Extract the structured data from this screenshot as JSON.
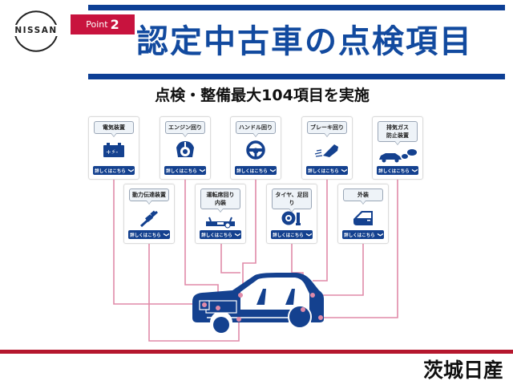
{
  "brand": {
    "logo_text": "NISSAN",
    "point_label": "Point",
    "point_number": "2"
  },
  "header": {
    "title": "認定中古車の点検項目"
  },
  "subtitle": "点検・整備最大104項目を実施",
  "cards_row1": [
    {
      "label": "電気装置",
      "icon": "battery-icon",
      "button": "詳しくはこちら"
    },
    {
      "label": "エンジン回り",
      "icon": "engine-icon",
      "button": "詳しくはこちら"
    },
    {
      "label": "ハンドル回り",
      "icon": "steering-wheel-icon",
      "button": "詳しくはこちら"
    },
    {
      "label": "ブレーキ回り",
      "icon": "brake-pedal-icon",
      "button": "詳しくはこちら"
    },
    {
      "label": "排気ガス\n防止装置",
      "icon": "exhaust-car-icon",
      "button": "詳しくはこちら"
    }
  ],
  "cards_row2": [
    {
      "label": "動力伝達装置",
      "icon": "drive-shaft-icon",
      "button": "詳しくはこちら"
    },
    {
      "label": "運転席回り\n内装",
      "icon": "interior-icon",
      "button": "詳しくはこちら"
    },
    {
      "label": "タイヤ、足回り",
      "icon": "tire-icon",
      "button": "詳しくはこちら"
    },
    {
      "label": "外装",
      "icon": "car-door-icon",
      "button": "詳しくはこちら"
    }
  ],
  "footer": {
    "dealer_name": "茨城日産"
  },
  "colors": {
    "brand_blue": "#124a9f",
    "button_blue": "#14418f",
    "accent_red": "#c8133e",
    "line_pink": "#e08aa8",
    "footer_red": "#b5172e"
  }
}
